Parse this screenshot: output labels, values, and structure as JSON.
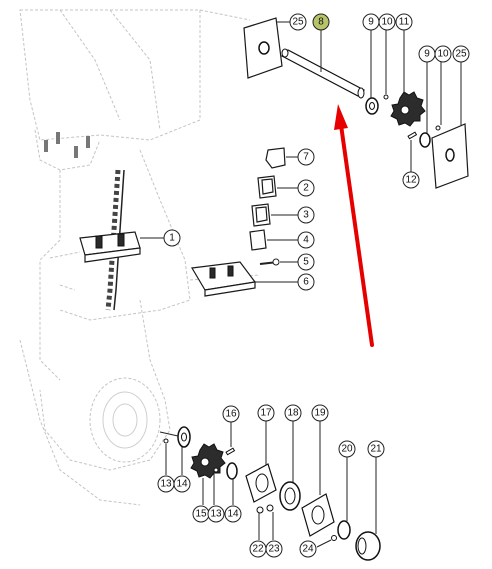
{
  "diagram": {
    "highlight_color": "#b9c46a",
    "arrow_color": "#e60000",
    "highlighted_callout": "8",
    "callouts": {
      "c1": "1",
      "c2": "2",
      "c3": "3",
      "c4": "4",
      "c5": "5",
      "c6": "6",
      "c7": "7",
      "c8": "8",
      "c9a": "9",
      "c10a": "10",
      "c11": "11",
      "c9b": "9",
      "c10b": "10",
      "c25a": "25",
      "c25b": "25",
      "c12": "12",
      "c13a": "13",
      "c14a": "14",
      "c13b": "13",
      "c14b": "14",
      "c15": "15",
      "c16": "16",
      "c17": "17",
      "c18": "18",
      "c19": "19",
      "c20": "20",
      "c21": "21",
      "c22": "22",
      "c23": "23",
      "c24": "24"
    }
  }
}
